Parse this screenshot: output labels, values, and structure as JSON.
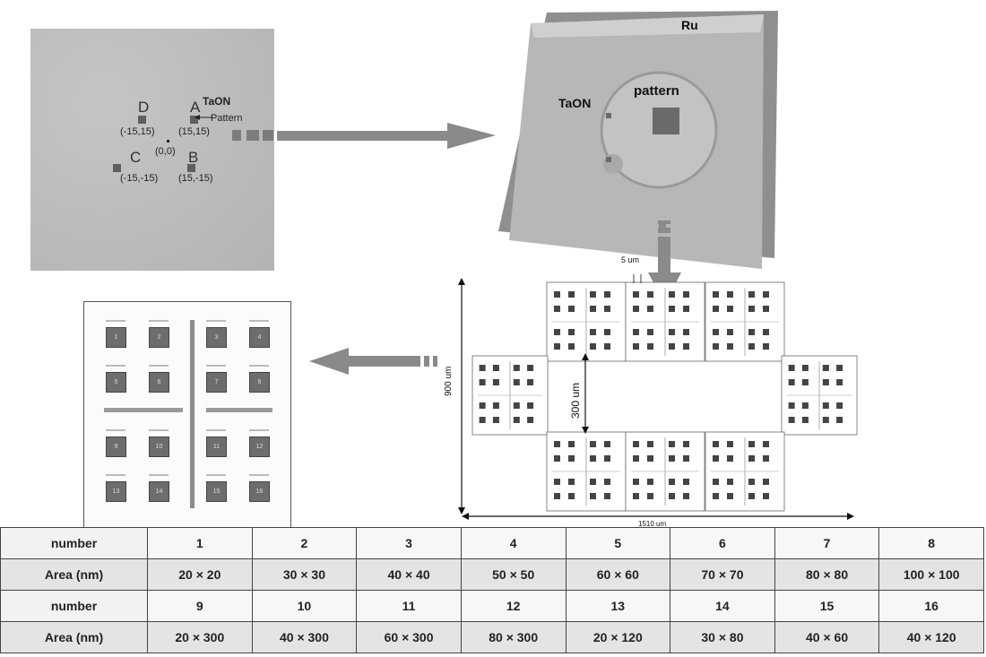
{
  "wafer": {
    "label_d": "D",
    "label_a": "A",
    "label_c": "C",
    "label_b": "B",
    "coord_d": "(-15,15)",
    "coord_a": "(15,15)",
    "coord_c": "(-15,-15)",
    "coord_b": "(15,-15)",
    "coord_origin": "(0,0)",
    "taon": "TaON",
    "pattern": "Pattern"
  },
  "mask3d": {
    "ru": "Ru",
    "taon": "TaON",
    "pattern": "pattern"
  },
  "dimensions": {
    "gap": "5 um",
    "height": "900 um",
    "inner": "300 um",
    "width": "1510 um"
  },
  "layout": {
    "cells": [
      "1",
      "2",
      "3",
      "4",
      "5",
      "6",
      "7",
      "8",
      "9",
      "10",
      "11",
      "12",
      "13",
      "14",
      "15",
      "16"
    ]
  },
  "table": {
    "rows": [
      {
        "header": "number",
        "cells": [
          "1",
          "2",
          "3",
          "4",
          "5",
          "6",
          "7",
          "8"
        ]
      },
      {
        "header": "Area (nm)",
        "cells": [
          "20 × 20",
          "30 × 30",
          "40 × 40",
          "50 × 50",
          "60 × 60",
          "70 × 70",
          "80 × 80",
          "100 × 100"
        ]
      },
      {
        "header": "number",
        "cells": [
          "9",
          "10",
          "11",
          "12",
          "13",
          "14",
          "15",
          "16"
        ]
      },
      {
        "header": "Area (nm)",
        "cells": [
          "20 × 300",
          "40 × 300",
          "60 × 300",
          "80 × 300",
          "20 × 120",
          "30 × 80",
          "40 × 60",
          "40 × 120"
        ]
      }
    ]
  },
  "colors": {
    "arrow": "#8a8a8a",
    "wafer_bg": "#bdbdbd",
    "mask_face": "#a5a5a5",
    "pad": "#6d6d6d"
  }
}
